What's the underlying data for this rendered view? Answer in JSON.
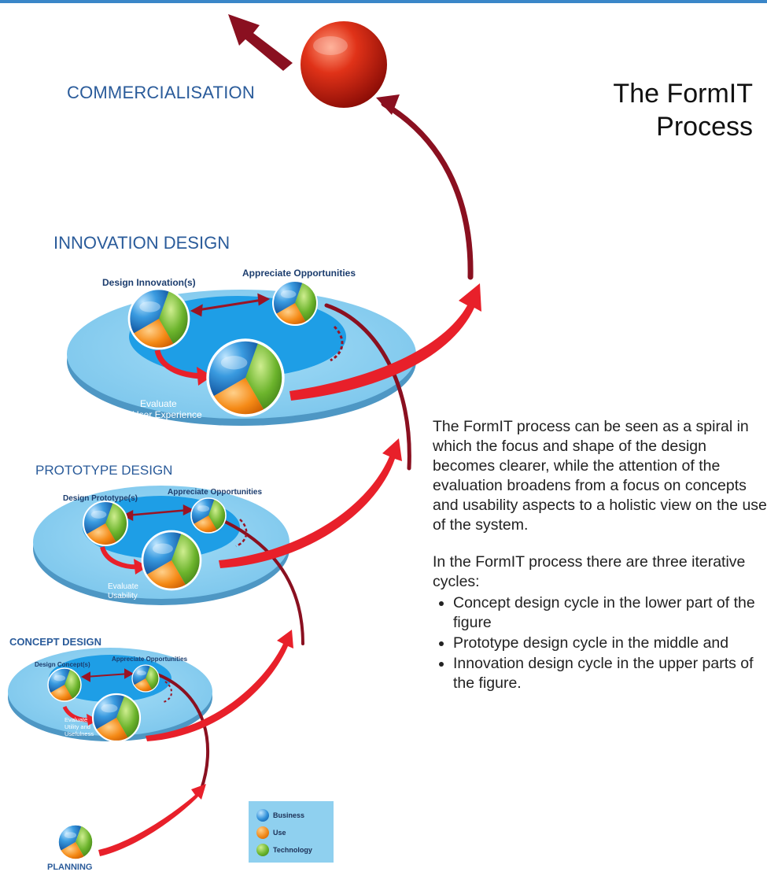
{
  "title": {
    "line1": "The FormIT",
    "line2": "Process"
  },
  "stages": {
    "commercialisation": "COMMERCIALISATION",
    "innovation": "INNOVATION DESIGN",
    "prototype": "PROTOTYPE DESIGN",
    "concept": "CONCEPT DESIGN",
    "planning": "PLANNING"
  },
  "innovation_labels": {
    "design": "Design Innovation(s)",
    "appreciate": "Appreciate Opportunities",
    "evaluate_1": "Evaluate",
    "evaluate_2": "User Experience"
  },
  "prototype_labels": {
    "design": "Design Prototype(s)",
    "appreciate": "Appreciate Opportunities",
    "evaluate_1": "Evaluate",
    "evaluate_2": "Usability"
  },
  "concept_labels": {
    "design": "Design Concept(s)",
    "appreciate": "Appreciate Opportunities",
    "evaluate_1": "Evaluate",
    "evaluate_2": "Utility and",
    "evaluate_3": "Usefulness"
  },
  "legend": {
    "items": [
      {
        "label": "Business",
        "color": "#2f8fd8"
      },
      {
        "label": "Use",
        "color": "#f08a1c"
      },
      {
        "label": "Technology",
        "color": "#6ab52e"
      }
    ]
  },
  "description": {
    "paragraph1": "The FormIT process can be seen as a spiral in which the focus and shape of the design becomes clearer, while the attention of the evaluation broadens from a focus on concepts and usability aspects to a holistic view on the use of the system.",
    "paragraph2": "In the FormIT process there are three iterative cycles:",
    "bullets": [
      "Concept design cycle in the lower part of the figure",
      "Prototype design cycle in the middle and",
      "Innovation design cycle in the upper parts of the figure."
    ]
  },
  "colors": {
    "disc_top": "#8ed2f2",
    "disc_edge": "#5aa6d0",
    "inner_pool": "#1e9ee6",
    "red_arrow": "#e8202a",
    "dark_arrow": "#8a1020",
    "sphere_red": "#cc1a10"
  }
}
